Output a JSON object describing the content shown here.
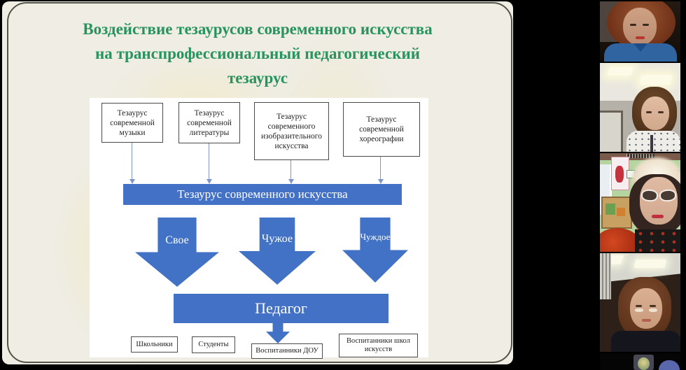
{
  "slide": {
    "title": {
      "line1": "Воздействие тезаурусов современного искусства",
      "line2": "на транспрофессиональный педагогический",
      "line3": "тезаурус",
      "color": "#27945e"
    },
    "diagram": {
      "accent_blue": "#4371c6",
      "source_boxes": [
        "Тезаурус современной музыки",
        "Тезаурус современной литературы",
        "Тезаурус современного изобразительного искусства",
        "Тезаурус современной хореографии"
      ],
      "merge_bar_label": "Тезаурус современного искусства",
      "flow_arrows": [
        "Свое",
        "Чужое",
        "Чуждое"
      ],
      "teacher_bar_label": "Педагог",
      "audience_boxes": [
        "Школьники",
        "Студенты",
        "Воспитанники ДОУ",
        "Воспитанники школ искусств"
      ]
    }
  },
  "video_panel": {
    "participants": [
      {
        "name": "participant-video-1",
        "desc": "woman-curly-auburn-hair-blue-top-dark-room"
      },
      {
        "name": "participant-video-2",
        "desc": "woman-brown-hair-white-dotted-blouse-ceiling-lights"
      },
      {
        "name": "participant-video-3",
        "desc": "woman-white-sunglasses-red-floral-top-cartoon-classroom"
      },
      {
        "name": "participant-video-4",
        "desc": "woman-auburn-hair-dark-top-office-ceiling"
      },
      {
        "name": "participant-video-5",
        "desc": "partial-tile-avatar-placeholders"
      }
    ]
  }
}
